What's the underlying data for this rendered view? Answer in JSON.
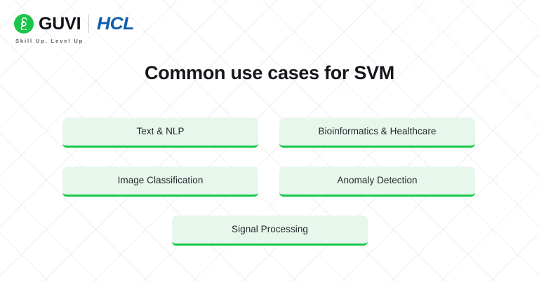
{
  "header": {
    "guvi_logo_icon": "guvi-g-circle-icon",
    "guvi_wordmark": "GUVI",
    "divider": "|",
    "hcl_wordmark": "HCL",
    "tagline": "Skill Up. Level Up"
  },
  "slide": {
    "title": "Common use cases for SVM"
  },
  "cards": [
    {
      "label": "Text & NLP"
    },
    {
      "label": "Bioinformatics & Healthcare"
    },
    {
      "label": "Image Classification"
    },
    {
      "label": "Anomaly Detection"
    },
    {
      "label": "Signal Processing"
    }
  ],
  "colors": {
    "background": "#ffffff",
    "pattern_line": "#e6e7ea",
    "card_fill": "#e7f7ec",
    "card_accent": "#17c84b",
    "brand_green": "#1bc44a",
    "brand_blue": "#0b5ead",
    "title_text": "#15171c",
    "card_text": "#25282e",
    "tagline_text": "#585c66"
  }
}
